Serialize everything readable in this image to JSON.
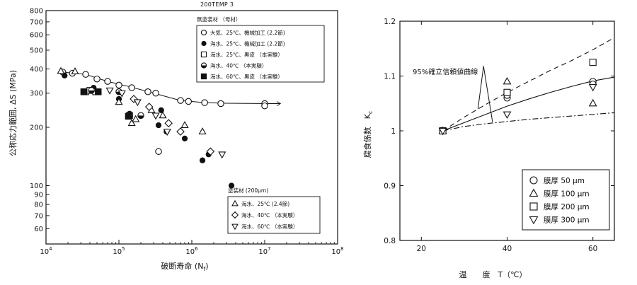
{
  "page_code": "200TEMP 3",
  "chart_data": [
    {
      "type": "scatter",
      "xscale": "log",
      "yscale": "log",
      "xlim": [
        10000,
        100000000
      ],
      "ylim": [
        50,
        800
      ],
      "xlabel": "破断寿命 (N",
      "xlabel_sub": "f",
      "xlabel_close": ")",
      "ylabel": "公称応力範囲, ΔS (MPa)",
      "x_ticks": [
        {
          "base": "10",
          "exp": "4",
          "value": 10000
        },
        {
          "base": "10",
          "exp": "5",
          "value": 100000
        },
        {
          "base": "10",
          "exp": "6",
          "value": 1000000
        },
        {
          "base": "10",
          "exp": "7",
          "value": 10000000
        },
        {
          "base": "10",
          "exp": "8",
          "value": 100000000
        }
      ],
      "y_ticks": [
        "800",
        "700",
        "600",
        "500",
        "400",
        "300",
        "200",
        "100",
        "90",
        "80",
        "70",
        "60"
      ],
      "legend_top": {
        "title": "無塗装材 （母材）",
        "items": [
          {
            "marker": "circle-open",
            "label": "大気、25℃、機械加工 (2.2節)"
          },
          {
            "marker": "circle-filled",
            "label": "海水、25℃、機械加工 (2.2節)"
          },
          {
            "marker": "square-open",
            "label": "海水、25℃、黒皮 （本実験）"
          },
          {
            "marker": "circle-half",
            "label": "海水、40℃ （本実験）"
          },
          {
            "marker": "square-filled",
            "label": "海水、60℃、黒皮 （本実験）"
          }
        ]
      },
      "legend_bottom": {
        "title": "塗装材 (200μm)",
        "items": [
          {
            "marker": "triangle-up",
            "label": "海水、25℃ (2.4節)"
          },
          {
            "marker": "diamond-open",
            "label": "海水、40℃ （本実験）"
          },
          {
            "marker": "triangle-down",
            "label": "海水、60℃ （本実験）"
          }
        ]
      },
      "series": [
        {
          "marker": "circle-open",
          "fit_line": true,
          "runout_arrow_from": [
            12000000,
            265
          ],
          "points": [
            [
              17000,
              385
            ],
            [
              23000,
              380
            ],
            [
              35000,
              375
            ],
            [
              50000,
              355
            ],
            [
              70000,
              345
            ],
            [
              100000,
              330
            ],
            [
              150000,
              320
            ],
            [
              250000,
              305
            ],
            [
              320000,
              300
            ],
            [
              700000,
              275
            ],
            [
              900000,
              272
            ],
            [
              1500000,
              268
            ],
            [
              2500000,
              265
            ],
            [
              10000000,
              265
            ],
            [
              10000000,
              258
            ]
          ]
        },
        {
          "marker": "circle-filled",
          "points": [
            [
              18000,
              370
            ],
            [
              45000,
              320
            ],
            [
              100000,
              280
            ],
            [
              140000,
              235
            ],
            [
              200000,
              230
            ],
            [
              350000,
              205
            ],
            [
              450000,
              190
            ],
            [
              380000,
              245
            ],
            [
              800000,
              175
            ],
            [
              1700000,
              145
            ],
            [
              1400000,
              135
            ],
            [
              3500000,
              100
            ]
          ]
        },
        {
          "marker": "square-open",
          "points": [
            [
              35000,
              305
            ],
            [
              40000,
              310
            ],
            [
              48000,
              305
            ],
            [
              140000,
              230
            ]
          ]
        },
        {
          "marker": "circle-half",
          "points": [
            [
              42000,
              310
            ],
            [
              100000,
              305
            ],
            [
              140000,
              230
            ],
            [
              200000,
              230
            ]
          ]
        },
        {
          "marker": "square-filled",
          "points": [
            [
              33000,
              305
            ],
            [
              52000,
              305
            ],
            [
              135000,
              228
            ]
          ]
        },
        {
          "marker": "triangle-up",
          "points": [
            [
              16000,
              390
            ],
            [
              25000,
              388
            ],
            [
              100000,
              270
            ],
            [
              150000,
              210
            ],
            [
              170000,
              220
            ],
            [
              280000,
              245
            ],
            [
              400000,
              230
            ],
            [
              800000,
              205
            ],
            [
              1400000,
              190
            ]
          ]
        },
        {
          "marker": "diamond-open",
          "points": [
            [
              160000,
              280
            ],
            [
              260000,
              255
            ],
            [
              480000,
              210
            ],
            [
              700000,
              190
            ],
            [
              1800000,
              150
            ]
          ]
        },
        {
          "marker": "triangle-down",
          "points": [
            [
              75000,
              310
            ],
            [
              110000,
              300
            ],
            [
              180000,
              270
            ],
            [
              320000,
              230
            ],
            [
              460000,
              190
            ],
            [
              2600000,
              145
            ]
          ]
        }
      ],
      "extra_points": [
        {
          "marker": "circle-open",
          "x": 350000,
          "y": 150
        }
      ]
    },
    {
      "type": "line",
      "xlim": [
        15,
        65
      ],
      "ylim": [
        0.8,
        1.2
      ],
      "xlabel": "温　　度　T（℃）",
      "ylabel": "腐食係数　K",
      "ylabel_sub": "c",
      "x_ticks": [
        20,
        40,
        60
      ],
      "y_ticks": [
        "0.8",
        "0.9",
        "1",
        "1.1",
        "1.2"
      ],
      "annotation": "95%確立信頼値曲線",
      "curves": [
        {
          "style": "solid",
          "x": [
            25,
            30,
            35,
            40,
            45,
            50,
            55,
            60,
            65
          ],
          "y": [
            1.0,
            1.015,
            1.03,
            1.045,
            1.058,
            1.07,
            1.081,
            1.091,
            1.098
          ]
        },
        {
          "style": "dashed",
          "x": [
            25,
            30,
            35,
            40,
            45,
            50,
            55,
            60,
            65
          ],
          "y": [
            1.0,
            1.025,
            1.048,
            1.07,
            1.09,
            1.11,
            1.128,
            1.148,
            1.17
          ]
        },
        {
          "style": "dashdot",
          "x": [
            25,
            30,
            35,
            40,
            45,
            50,
            55,
            60,
            65
          ],
          "y": [
            1.0,
            1.008,
            1.013,
            1.017,
            1.021,
            1.024,
            1.027,
            1.03,
            1.033
          ]
        }
      ],
      "legend": [
        {
          "marker": "circle-open",
          "label": "膜厚 50 μm"
        },
        {
          "marker": "triangle-up",
          "label": "膜厚 100 μm"
        },
        {
          "marker": "square-open",
          "label": "膜厚 200 μm"
        },
        {
          "marker": "triangle-down",
          "label": "膜厚 300 μm"
        }
      ],
      "series": [
        {
          "name": "膜厚 50 μm",
          "marker": "circle-open",
          "points": [
            [
              25,
              1.0
            ],
            [
              40,
              1.06
            ],
            [
              40,
              1.065
            ],
            [
              60,
              1.09
            ],
            [
              60,
              1.085
            ]
          ]
        },
        {
          "name": "膜厚 100 μm",
          "marker": "triangle-up",
          "points": [
            [
              25,
              1.0
            ],
            [
              40,
              1.09
            ],
            [
              60,
              1.05
            ]
          ]
        },
        {
          "name": "膜厚 200 μm",
          "marker": "square-open",
          "points": [
            [
              25,
              1.0
            ],
            [
              40,
              1.07
            ],
            [
              60,
              1.125
            ]
          ]
        },
        {
          "name": "膜厚 300 μm",
          "marker": "triangle-down",
          "points": [
            [
              25,
              1.0
            ],
            [
              40,
              1.03
            ],
            [
              60,
              1.08
            ]
          ]
        }
      ]
    }
  ]
}
